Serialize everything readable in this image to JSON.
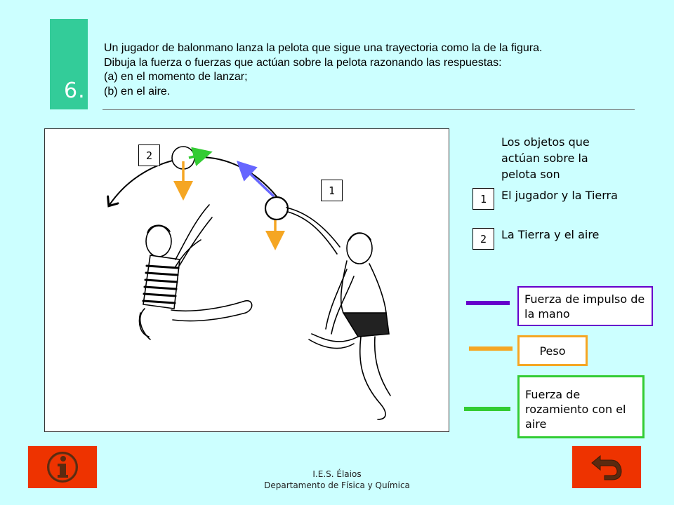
{
  "exercise": {
    "number": "6.",
    "lines": [
      "Un jugador de balonmano lanza la pelota que sigue una trayectoria como la de la figura.",
      "Dibuja  la fuerza o fuerzas que actúan sobre la pelota razonando las respuestas:",
      "(a) en el momento de lanzar;",
      "(b) en el aire."
    ]
  },
  "figure": {
    "label_1": "1",
    "label_2": "2"
  },
  "objects": {
    "title": "Los objetos que actúan sobre la pelota son",
    "items": [
      {
        "num": "1",
        "text": "El jugador y la Tierra"
      },
      {
        "num": "2",
        "text": "La Tierra y el aire"
      }
    ]
  },
  "legend": {
    "impulse": {
      "label": "Fuerza de impulso de la mano",
      "color": "#6600cc"
    },
    "weight": {
      "label": "Peso",
      "color": "#f5a623"
    },
    "friction": {
      "label": "Fuerza de rozamiento con el aire",
      "color": "#33cc33"
    }
  },
  "footer": {
    "line1": "I.E.S. Élaios",
    "line2": "Departamento de Física y Química"
  },
  "buttons": {
    "info_icon": "info-icon",
    "back_icon": "return-arrow-icon"
  }
}
